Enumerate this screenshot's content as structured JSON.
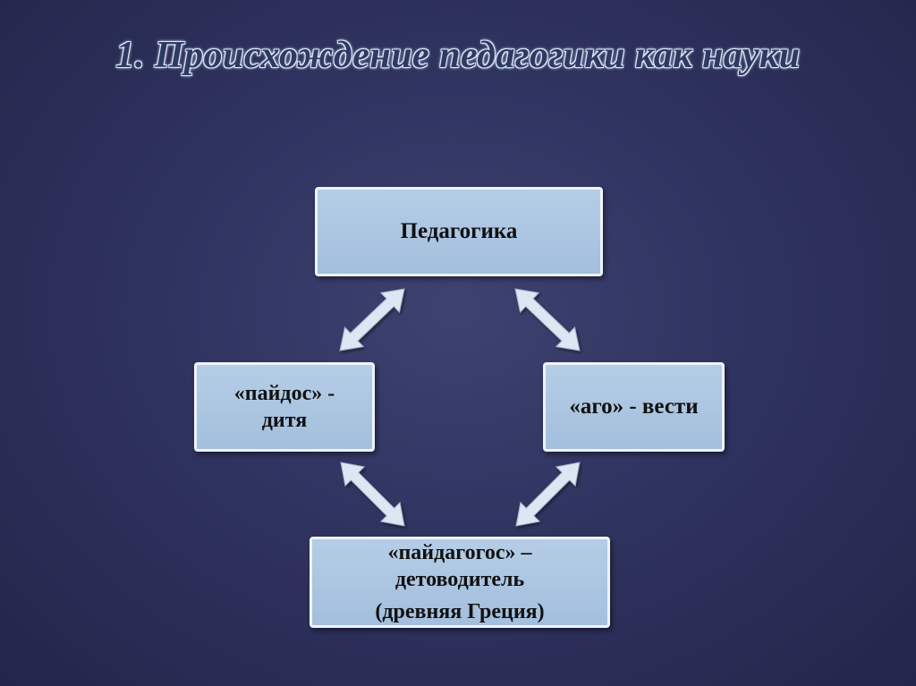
{
  "slide": {
    "title": "1. Происхождение педагогики как науки"
  },
  "diagram": {
    "top_box": {
      "label": "Педагогика"
    },
    "left_box": {
      "line1": "«пайдос» -",
      "line2": "дитя"
    },
    "right_box": {
      "label": "«аго» - вести"
    },
    "bottom_box": {
      "line1": "«пайдагогос» –",
      "line2": "детоводитель",
      "line3": "(древняя Греция)"
    }
  },
  "colors": {
    "background": "#2f3360",
    "box_fill": "#a9c4e0",
    "box_border": "#eef3fa",
    "arrow_fill": "#dde6f2"
  }
}
